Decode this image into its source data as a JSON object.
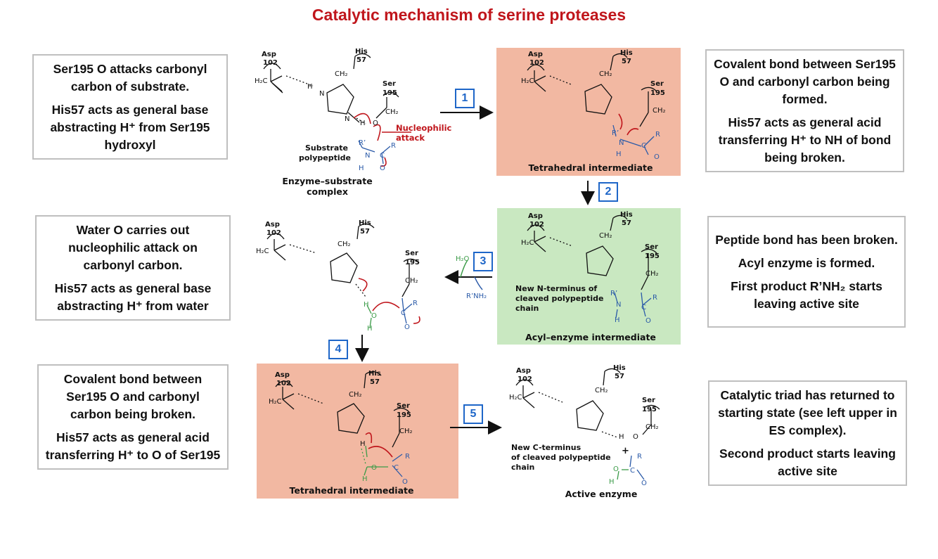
{
  "title": "Catalytic mechanism of serine proteases",
  "boxes": {
    "b1": {
      "p1": "Ser195 O attacks carbonyl carbon of substrate.",
      "p2": "His57 acts as general base abstracting H⁺ from Ser195 hydroxyl"
    },
    "b2": {
      "p1": "Covalent bond between Ser195 O and carbonyl carbon being formed.",
      "p2": "His57 acts as general acid transferring H⁺ to NH of bond being broken."
    },
    "b3": {
      "p1": "Water O  carries out nucleophilic attack on carbonyl carbon.",
      "p2": "His57 acts as general base abstracting H⁺ from water"
    },
    "b4": {
      "p1": "Peptide bond has been broken.",
      "p2": "Acyl enzyme is formed.",
      "p3": "First product R’NH₂ starts leaving active site"
    },
    "b5": {
      "p1": "Covalent bond between Ser195 O and carbonyl carbon being broken.",
      "p2": "His57 acts as general acid transferring H⁺ to O of Ser195"
    },
    "b6": {
      "p1": "Catalytic triad has returned to starting state (see left upper in ES complex).",
      "p2": "Second product starts leaving active site"
    }
  },
  "steps": [
    "1",
    "2",
    "3",
    "4",
    "5"
  ],
  "captions": {
    "es": "Enzyme–substrate complex",
    "tet1": "Tetrahedral intermediate",
    "acyl": "Acyl–enzyme intermediate",
    "tet2": "Tetrahedral intermediate",
    "active": "Active enzyme"
  },
  "labels": {
    "asp": "Asp",
    "asp_num": "102",
    "his": "His",
    "his_num": "57",
    "ser": "Ser",
    "ser_num": "195",
    "nucleophilic": "Nucleophilic",
    "attack": "attack",
    "substrate": "Substrate",
    "polypeptide": "polypeptide",
    "water": "H₂O",
    "rnh2": "R’NH₂",
    "new_n1": "New N-terminus of",
    "new_n2": "cleaved polypeptide",
    "new_n3": "chain",
    "new_c1": "New C-terminus",
    "new_c2": "of cleaved polypeptide",
    "new_c3": "chain",
    "plus": "+",
    "r": "R",
    "rp": "R’",
    "h": "H",
    "n": "N",
    "c": "C",
    "o": "O",
    "h2c": "H₂C",
    "ch2": "CH₂",
    "one": "1",
    "three": "3"
  },
  "colors": {
    "title": "#c0161c",
    "pink": "#f2b8a2",
    "green": "#c9e8c1",
    "step": "#1e66c8",
    "blue": "#2a5aa8",
    "red": "#c0161c"
  }
}
